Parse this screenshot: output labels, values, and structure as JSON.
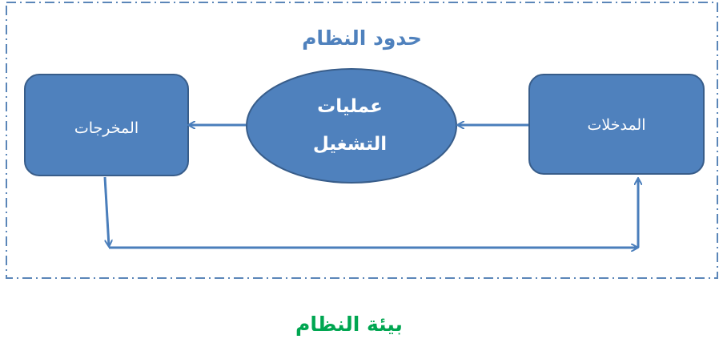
{
  "diagram": {
    "boundary_title": "حدود النظام",
    "environment_title": "بيئة النظام",
    "nodes": {
      "inputs": "المدخلات",
      "process_line1": "عمليات",
      "process_line2": "التشغيل",
      "outputs": "المخرجات"
    }
  },
  "colors": {
    "box_fill": "#4f81bd",
    "box_stroke": "#385d8a",
    "arrow": "#4a7ebb",
    "boundary_title": "#4f81bd",
    "environment_title": "#00a651",
    "node_text": "#ffffff"
  }
}
